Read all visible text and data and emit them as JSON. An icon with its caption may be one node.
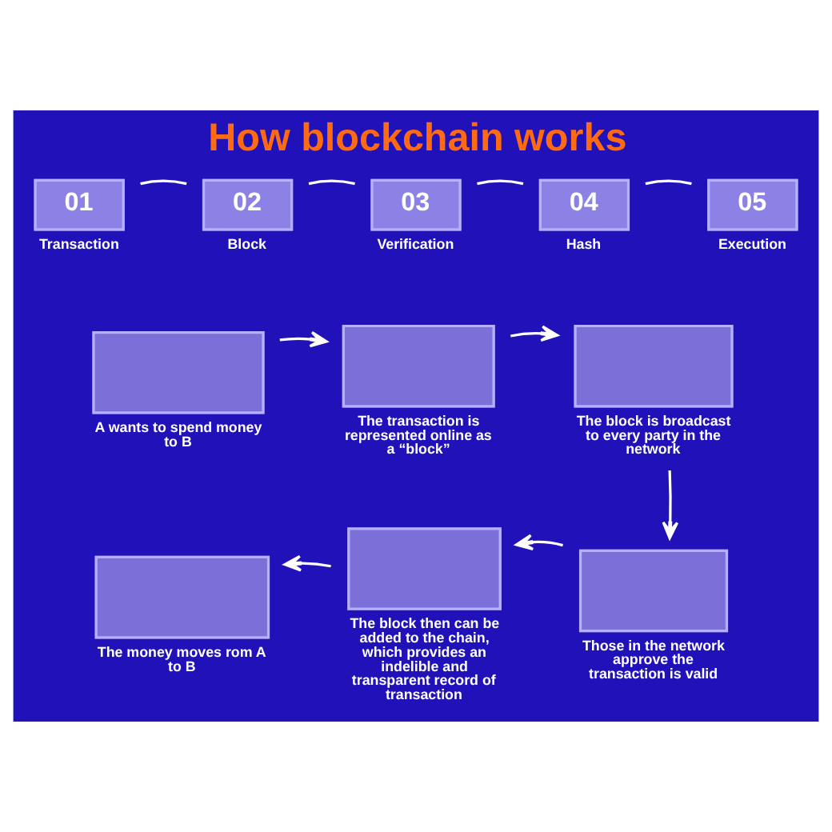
{
  "diagram": {
    "title": "How blockchain works",
    "nodes": [
      {
        "text": [
          "01"
        ],
        "beside": [
          "Transaction"
        ]
      },
      {
        "text": [
          "02"
        ],
        "beside": [
          "Block"
        ]
      },
      {
        "text": [
          "03"
        ],
        "beside": [
          "Verification"
        ]
      },
      {
        "text": [
          "04"
        ],
        "beside": [
          "Hash"
        ]
      },
      {
        "text": [
          "05"
        ],
        "beside": [
          "Execution"
        ]
      },
      {
        "text": [],
        "shape": "box",
        "beside": [
          "A wants to spend money to B"
        ]
      },
      {
        "text": [],
        "shape": "box",
        "beside": [
          "The transaction is represented online as a “block”"
        ]
      },
      {
        "text": [],
        "shape": "box",
        "beside": [
          "The block is broadcast to every party in the network"
        ]
      },
      {
        "text": [],
        "shape": "box",
        "beside": [
          "The money moves rom A to B"
        ]
      },
      {
        "text": [],
        "shape": "box",
        "beside": [
          "The block then can be added to the chain, which provides an indelible and transparent record of transaction"
        ]
      },
      {
        "text": [],
        "shape": "box",
        "beside": [
          "Those in the network approve the transaction is valid"
        ]
      }
    ],
    "edges": [
      {
        "from": 0,
        "to": 1,
        "arrow": "none"
      },
      {
        "from": 1,
        "to": 2,
        "arrow": "none"
      },
      {
        "from": 2,
        "to": 3,
        "arrow": "none"
      },
      {
        "from": 3,
        "to": 4,
        "arrow": "none"
      },
      {
        "from": 5,
        "to": 6,
        "arrow": "to"
      },
      {
        "from": 6,
        "to": 7,
        "arrow": "to"
      },
      {
        "from": 7,
        "to": 10,
        "arrow": "to"
      },
      {
        "from": 10,
        "to": 9,
        "arrow": "to"
      },
      {
        "from": 9,
        "to": 8,
        "arrow": "to"
      }
    ]
  }
}
